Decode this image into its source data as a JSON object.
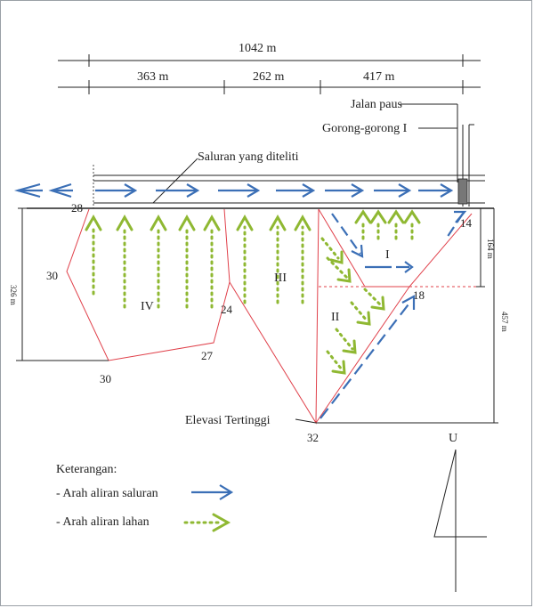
{
  "dimensions": {
    "total": "1042 m",
    "seg1": "363 m",
    "seg2": "262 m",
    "seg3": "417 m",
    "left_height": "326 m",
    "right_small": "164 m",
    "right_large": "457 m"
  },
  "labels": {
    "jalan_paus": "Jalan paus",
    "gorong": "Gorong-gorong I",
    "saluran": "Saluran yang diteliti",
    "elevasi": "Elevasi Tertinggi",
    "north": "U"
  },
  "points": {
    "p28": "28",
    "p30a": "30",
    "p30b": "30",
    "p27": "27",
    "p24": "24",
    "p32": "32",
    "p18": "18",
    "p14": "14"
  },
  "zones": {
    "z1": "I",
    "z2": "II",
    "z3": "III",
    "z4": "IV"
  },
  "legend": {
    "title": "Keterangan:",
    "item1": "- Arah aliran saluran",
    "item2": "- Arah aliran lahan"
  },
  "colors": {
    "channel_arrow": "#3b6fb6",
    "land_arrow": "#8fb832",
    "boundary": "#e0404a",
    "line": "#222222"
  }
}
